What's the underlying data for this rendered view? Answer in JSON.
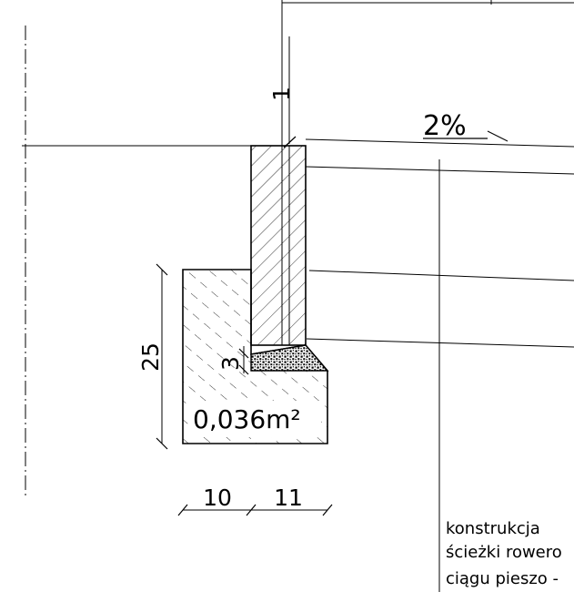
{
  "drawing": {
    "slope_label": "2%",
    "dim_top": "1",
    "dim_height": "25",
    "dim_layer": "3",
    "area_label": "0,036m²",
    "dim_width_left": "10",
    "dim_width_right": "11",
    "note_lines": [
      "konstrukcja",
      "ścieżki rowero",
      "ciągu pieszo -"
    ]
  }
}
